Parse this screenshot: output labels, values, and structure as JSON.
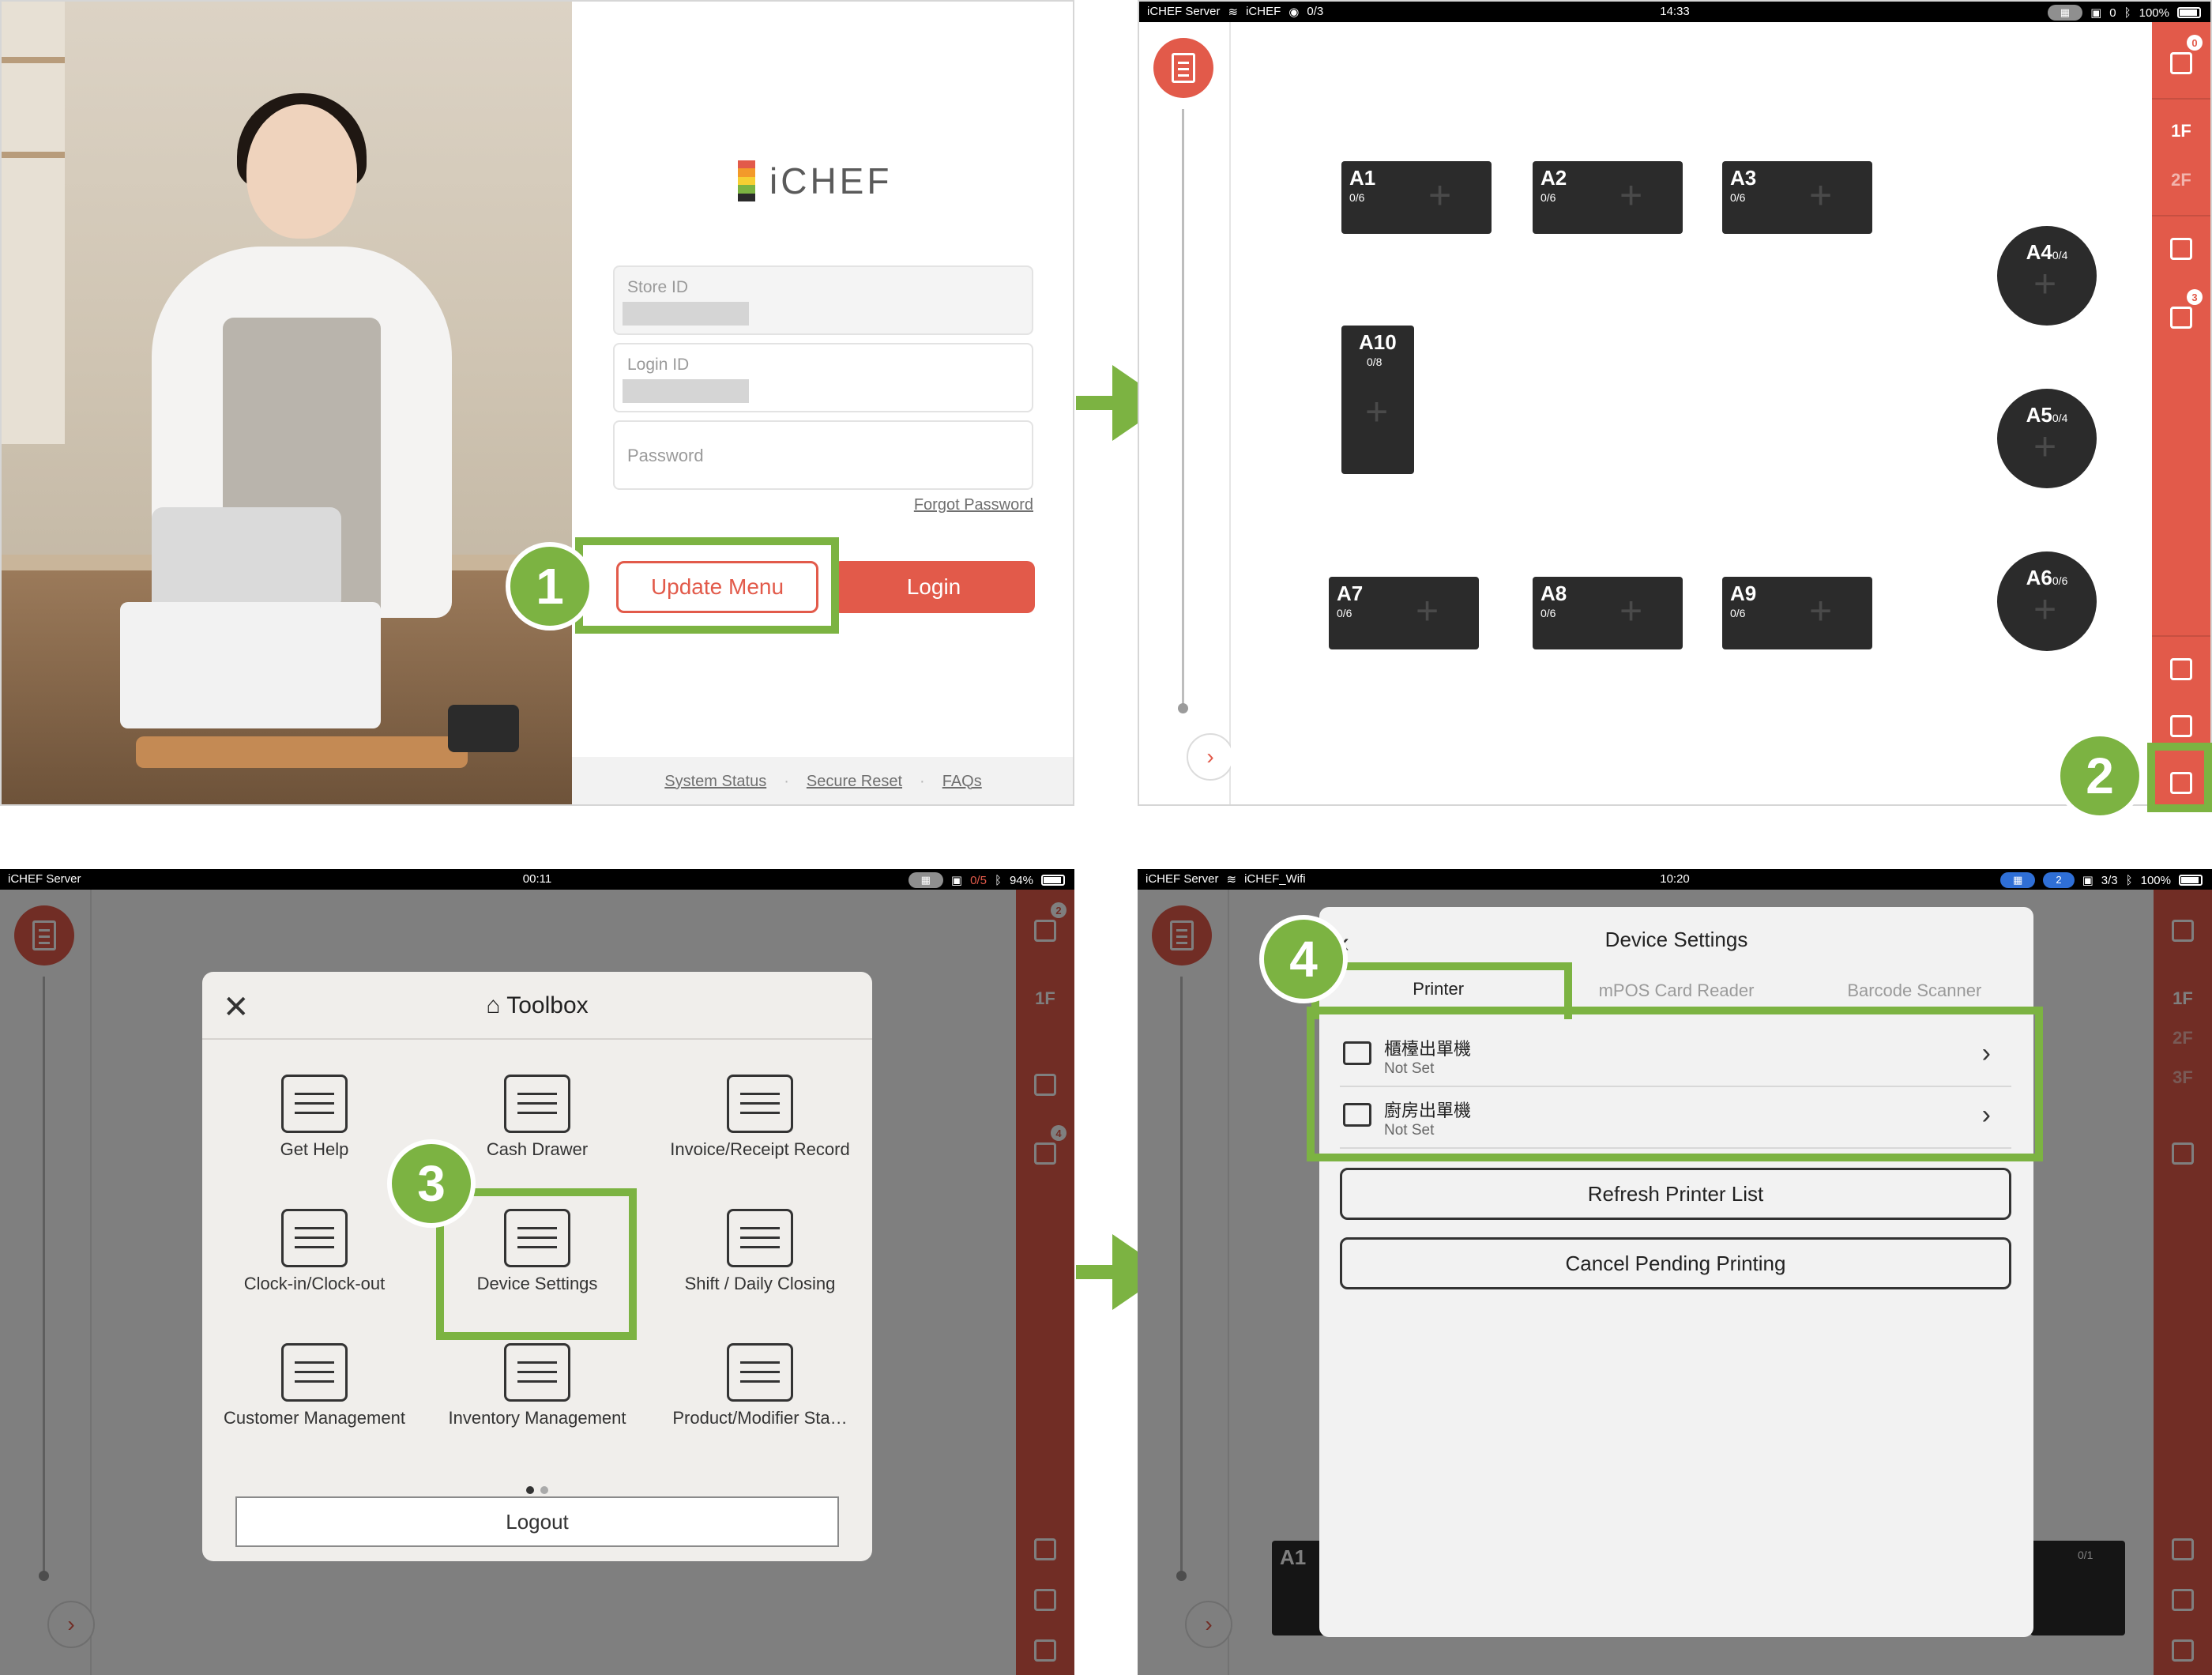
{
  "login": {
    "brand": "iCHEF",
    "store_label": "Store ID",
    "login_label": "Login ID",
    "password_placeholder": "Password",
    "forgot": "Forgot Password",
    "update_menu": "Update Menu",
    "login_button": "Login",
    "footer": [
      "System Status",
      "Secure Reset",
      "FAQs"
    ],
    "footer_sep": "·",
    "logo_colors": [
      "#e25a4a",
      "#f39a2a",
      "#f6cf33",
      "#7cb342",
      "#2b2b2b"
    ]
  },
  "floorplan": {
    "status": {
      "left": "iCHEF Server",
      "wifi": "iCHEF",
      "sync": "0/3",
      "time": "14:33",
      "orders": "0",
      "battery": "100%"
    },
    "rail": {
      "floor1": "1F",
      "floor2": "2F",
      "badge_top": "0",
      "badge_bag": "3"
    },
    "tables": [
      {
        "name": "A1",
        "count": "0/6"
      },
      {
        "name": "A2",
        "count": "0/6"
      },
      {
        "name": "A3",
        "count": "0/6"
      },
      {
        "name": "A10",
        "count": "0/8"
      },
      {
        "name": "A7",
        "count": "0/6"
      },
      {
        "name": "A8",
        "count": "0/6"
      },
      {
        "name": "A9",
        "count": "0/6"
      }
    ],
    "round_tables": [
      {
        "name": "A4",
        "count": "0/4"
      },
      {
        "name": "A5",
        "count": "0/4"
      },
      {
        "name": "A6",
        "count": "0/6"
      }
    ]
  },
  "toolbox": {
    "status": {
      "left": "iCHEF Server",
      "time": "00:11",
      "orders": "0/5",
      "battery": "94%"
    },
    "title": "Toolbox",
    "rail": {
      "floor1": "1F",
      "badge_top": "2",
      "badge_bag": "4"
    },
    "tools": [
      "Get Help",
      "Cash Drawer",
      "Invoice/Receipt Record",
      "Clock-in/Clock-out",
      "Device Settings",
      "Shift / Daily Closing",
      "Customer Management",
      "Inventory Management",
      "Product/Modifier Sta…"
    ],
    "logout": "Logout"
  },
  "device_settings": {
    "status": {
      "left": "iCHEF Server",
      "wifi": "iCHEF_Wifi",
      "time": "10:20",
      "pill_count": "2",
      "sync": "3/3",
      "battery": "100%"
    },
    "title": "Device Settings",
    "tabs": [
      "Printer",
      "mPOS Card Reader",
      "Barcode Scanner"
    ],
    "printers": [
      {
        "name": "櫃檯出單機",
        "state": "Not Set"
      },
      {
        "name": "廚房出單機",
        "state": "Not Set"
      }
    ],
    "refresh": "Refresh Printer List",
    "cancel": "Cancel Pending Printing",
    "rail": {
      "floor1": "1F",
      "floor2": "2F",
      "floor3": "3F"
    },
    "bg_table_left": "A1",
    "bg_table_right": "0/1"
  },
  "steps": [
    "1",
    "2",
    "3",
    "4"
  ],
  "accent": "#e25a4a",
  "highlight": "#7cb342"
}
